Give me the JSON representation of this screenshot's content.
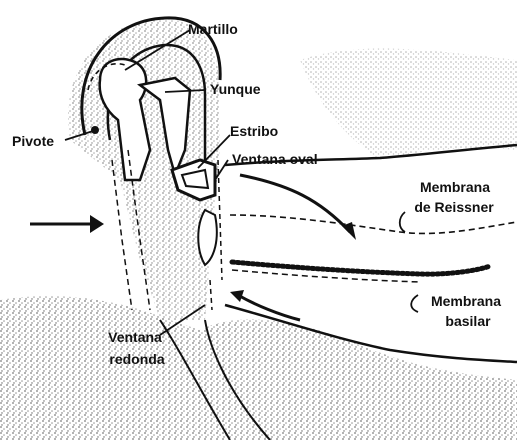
{
  "labels": {
    "martillo": "Martillo",
    "yunque": "Yunque",
    "estribo": "Estribo",
    "ventana_oval": "Ventana oval",
    "pivote": "Pivote",
    "membrana_reissner_line1": "Membrana",
    "membrana_reissner_line2": "de Reissner",
    "membrana_basilar_line1": "Membrana",
    "membrana_basilar_line2": "basilar",
    "ventana_redonda_line1": "Ventana",
    "ventana_redonda_line2": "redonda"
  },
  "colors": {
    "ink": "#111111",
    "stipple": "#6e6e6e",
    "background": "#ffffff"
  }
}
